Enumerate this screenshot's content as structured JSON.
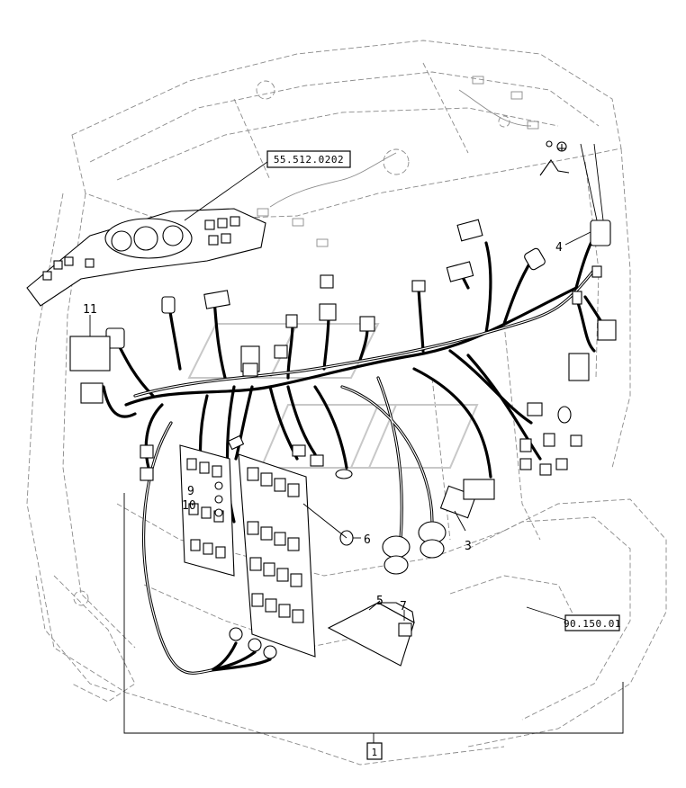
{
  "references": {
    "top_ref": "55.512.0202",
    "right_ref": "90.150.01",
    "bottom_ref": "1"
  },
  "callouts": {
    "c3": "3",
    "c4": "4",
    "c5": "5",
    "c6": "6",
    "c7": "7",
    "c9": "9",
    "c10": "10",
    "c11": "11"
  }
}
